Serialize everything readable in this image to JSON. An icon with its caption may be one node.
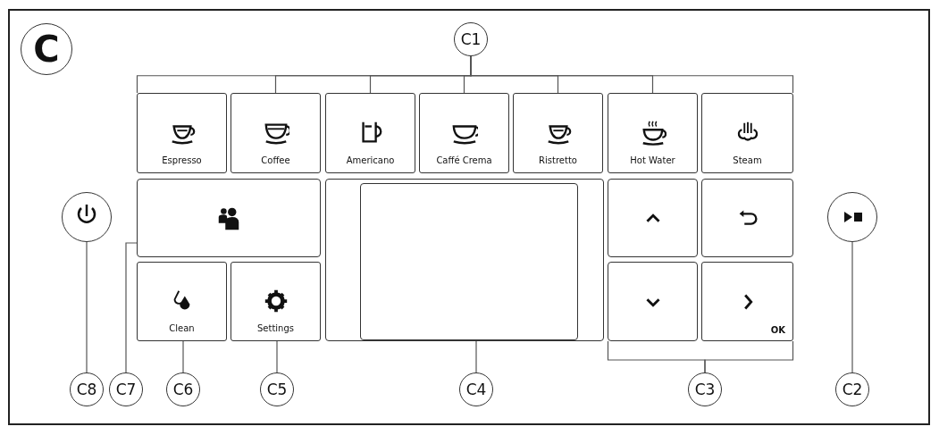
{
  "diagram": {
    "nodes": [
      {
        "text": [
          "C"
        ]
      },
      {
        "text": [
          "C1"
        ]
      },
      {
        "text": [
          "Espresso"
        ]
      },
      {
        "text": [
          "Coffee"
        ]
      },
      {
        "text": [
          "Americano"
        ]
      },
      {
        "text": [
          "Caffé Crema"
        ]
      },
      {
        "text": [
          "Ristretto"
        ]
      },
      {
        "text": [
          "Hot Water"
        ]
      },
      {
        "text": [
          "Steam"
        ]
      },
      {
        "text": [],
        "shape": "circle"
      },
      {
        "text": [],
        "shape": "box"
      },
      {
        "text": [],
        "shape": "box"
      },
      {
        "text": [],
        "shape": "box",
        "in": 11
      },
      {
        "text": [],
        "shape": "box"
      },
      {
        "text": [],
        "shape": "box"
      },
      {
        "text": [],
        "shape": "circle"
      },
      {
        "text": [
          "Clean"
        ]
      },
      {
        "text": [
          "Settings"
        ]
      },
      {
        "text": [],
        "shape": "box"
      },
      {
        "text": [
          "OK"
        ]
      },
      {
        "text": [
          "C8"
        ]
      },
      {
        "text": [
          "C7"
        ]
      },
      {
        "text": [
          "C6"
        ]
      },
      {
        "text": [
          "C5"
        ]
      },
      {
        "text": [
          "C4"
        ]
      },
      {
        "text": [
          "C3"
        ]
      },
      {
        "text": [
          "C2"
        ]
      }
    ],
    "edges": [
      {
        "from": 1,
        "to": 2,
        "arrow": "none"
      },
      {
        "from": 1,
        "to": 3,
        "arrow": "none"
      },
      {
        "from": 1,
        "to": 4,
        "arrow": "none"
      },
      {
        "from": 1,
        "to": 5,
        "arrow": "none"
      },
      {
        "from": 1,
        "to": 6,
        "arrow": "none"
      },
      {
        "from": 1,
        "to": 7,
        "arrow": "none"
      },
      {
        "from": 1,
        "to": 8,
        "arrow": "none"
      },
      {
        "from": 20,
        "to": 9,
        "arrow": "none"
      },
      {
        "from": 21,
        "to": 10,
        "arrow": "none"
      },
      {
        "from": 22,
        "to": 16,
        "arrow": "none"
      },
      {
        "from": 23,
        "to": 17,
        "arrow": "none"
      },
      {
        "from": 24,
        "to": 12,
        "arrow": "none"
      },
      {
        "from": 25,
        "to": 18,
        "arrow": "none"
      },
      {
        "from": 25,
        "to": 19,
        "arrow": "none"
      },
      {
        "from": 26,
        "to": 15,
        "arrow": "none"
      }
    ]
  }
}
